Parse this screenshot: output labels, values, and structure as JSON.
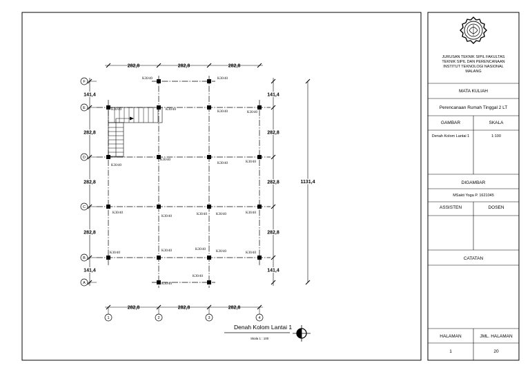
{
  "drawing": {
    "title": "Denah Kolom Lantai 1",
    "scale_note": "Skala 1 : 100",
    "dim_x": [
      "282,8",
      "282,8",
      "282,8"
    ],
    "dim_y": [
      "141,4",
      "282,8",
      "282,8",
      "282,8",
      "141,4"
    ],
    "dim_total": "1131,4",
    "axes_x": [
      "1",
      "2",
      "3",
      "4"
    ],
    "axes_y": [
      "F",
      "E",
      "D",
      "C",
      "B",
      "A"
    ],
    "column_label": "K30/40"
  },
  "title_block": {
    "institution": [
      "JURUSAN TEKNIK SIPIL FAKULTAS",
      "TEKNIK SIPIL DAN PERENCANAAN",
      "INSTITUT TEKNOLOGI NASIONAL",
      "MALANG"
    ],
    "mata_kuliah_label": "MATA KULIAH",
    "mata_kuliah_value": "Perencanaan Rumah Tinggal 2 LT",
    "gambar_label": "GAMBAR",
    "skala_label": "SKALA",
    "gambar_value": "Denah Kolom Lantai 1",
    "skala_value": "1:100",
    "digambar_label": "DIGAMBAR",
    "digambar_value": "MSakti Yoga P. 1621045",
    "assisten_label": "ASSISTEN",
    "dosen_label": "DOSEN",
    "catatan_label": "CATATAN",
    "halaman_label": "HALAMAN",
    "jml_halaman_label": "JML. HALAMAN",
    "halaman_value": "1",
    "jml_halaman_value": "20"
  }
}
